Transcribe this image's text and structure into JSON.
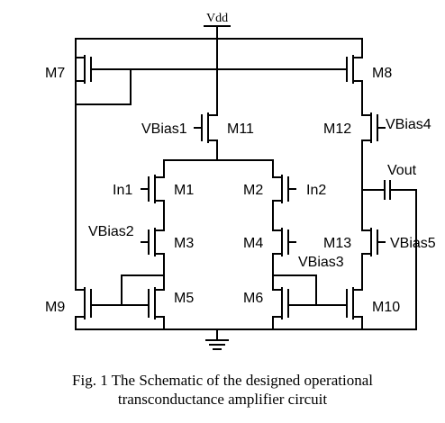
{
  "schematic": {
    "supply_label": "Vdd",
    "transistors": {
      "m1": "M1",
      "m2": "M2",
      "m3": "M3",
      "m4": "M4",
      "m5": "M5",
      "m6": "M6",
      "m7": "M7",
      "m8": "M8",
      "m9": "M9",
      "m10": "M10",
      "m11": "M11",
      "m12": "M12",
      "m13": "M13"
    },
    "signals": {
      "in1": "In1",
      "in2": "In2",
      "vbias1": "VBias1",
      "vbias2": "VBias2",
      "vbias3": "VBias3",
      "vbias4": "VBias4",
      "vbias5": "VBias5",
      "vout": "Vout"
    }
  },
  "caption": {
    "line1": "Fig. 1 The Schematic of the designed operational",
    "line2": "transconductance amplifier circuit"
  }
}
